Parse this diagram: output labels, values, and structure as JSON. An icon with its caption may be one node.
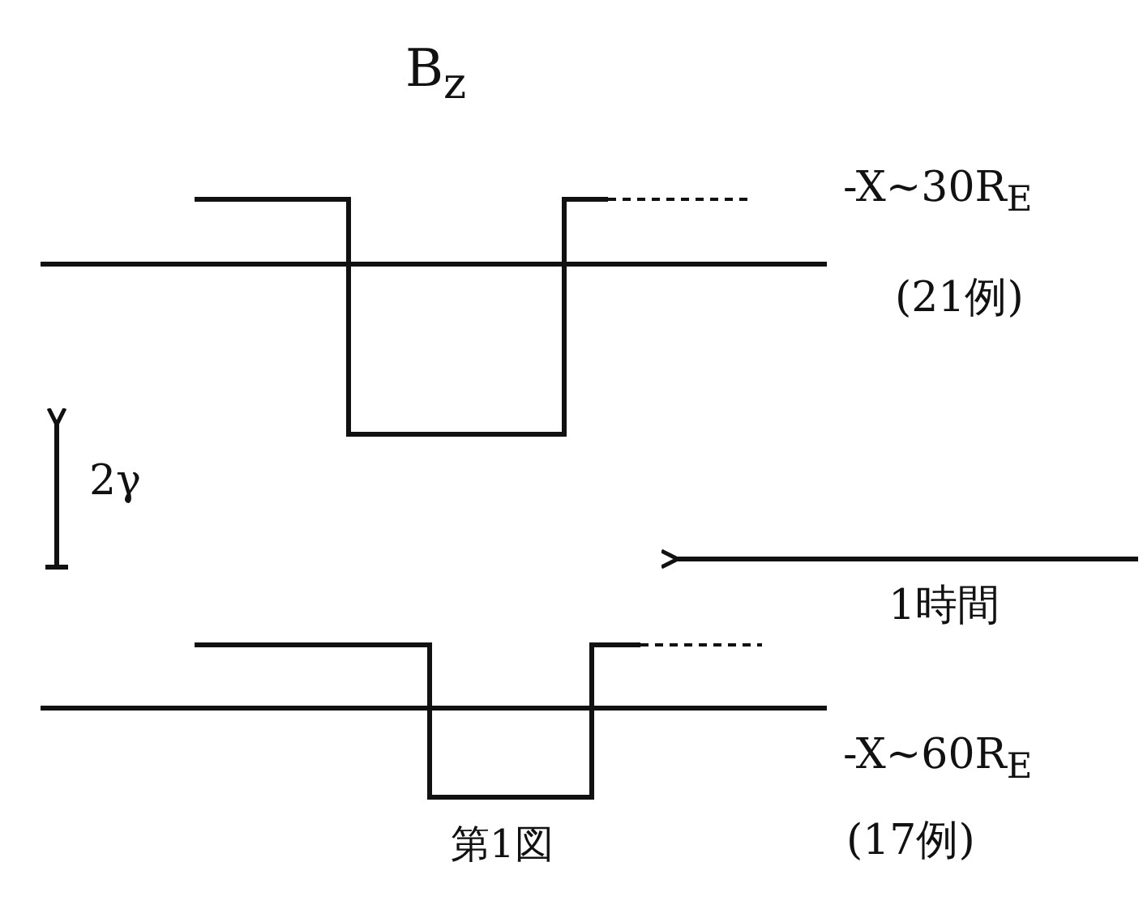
{
  "diagram": {
    "title": "B$_{z}$",
    "caption": "第1図",
    "labels": [
      "-X~30R$_{E}$",
      "(21例)",
      "2γ",
      "1時間",
      "-X~60R$_{E}$",
      "(17例)"
    ]
  }
}
